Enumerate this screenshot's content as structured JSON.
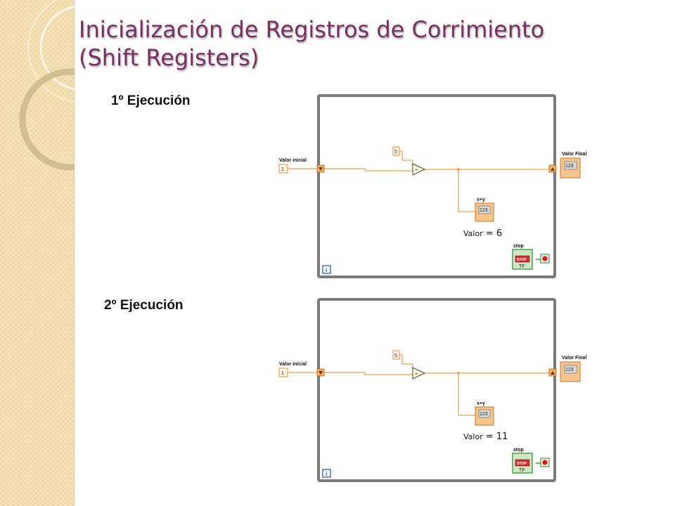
{
  "title": {
    "line1": "Inicialización de Registros de Corrimiento",
    "line2": "(Shift Registers)"
  },
  "colors": {
    "title": "#7a2f63",
    "wire": "#f0a050",
    "loop_frame": "#7a7a7a",
    "sidebar": "#f3dfae"
  },
  "executions": [
    {
      "label": "1º Ejecución",
      "valor_word": "Valor",
      "valor_text": "= 6",
      "diagram": {
        "initial_label": "Valor inicial",
        "initial_value": "1",
        "constant": "5",
        "add_label": "x+y",
        "final_label": "Valor Final",
        "indicator_text": "123",
        "stop_label": "stop",
        "stop_button_text": "STOP",
        "tf_text": "TF",
        "iteration_icon": "i"
      }
    },
    {
      "label": "2º Ejecución",
      "valor_word": "Valor",
      "valor_text": "= 11",
      "diagram": {
        "initial_label": "Valor inicial",
        "initial_value": "1",
        "constant": "5",
        "add_label": "x+y",
        "final_label": "Valor Final",
        "indicator_text": "123",
        "stop_label": "stop",
        "stop_button_text": "STOP",
        "tf_text": "TF",
        "iteration_icon": "i"
      }
    }
  ]
}
